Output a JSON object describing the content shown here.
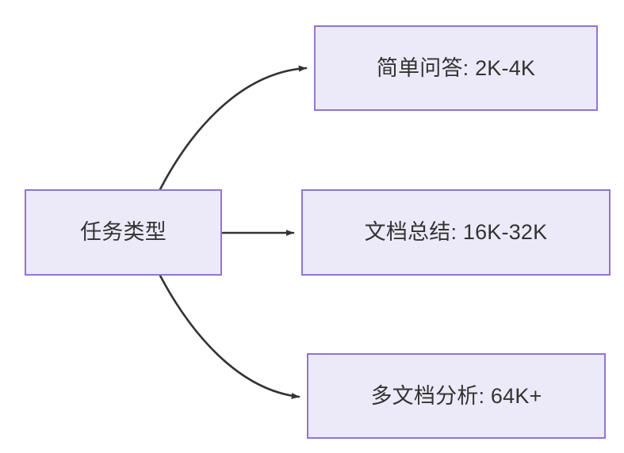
{
  "diagram": {
    "type": "flowchart",
    "direction": "left-to-right",
    "background_color": "#FFFFFF",
    "node_fill_color": "#ECEAF9",
    "node_border_color": "#9174D4",
    "node_text_color": "#333333",
    "edge_color": "#333333",
    "nodes": [
      {
        "id": "root",
        "label": "任务类型"
      },
      {
        "id": "simple",
        "label": "简单问答: 2K-4K"
      },
      {
        "id": "doc",
        "label": "文档总结: 16K-32K"
      },
      {
        "id": "multi",
        "label": "多文档分析: 64K+"
      }
    ],
    "edges": [
      {
        "from": "root",
        "to": "simple",
        "style": "curved-arrow",
        "label": ""
      },
      {
        "from": "root",
        "to": "doc",
        "style": "straight-arrow",
        "label": ""
      },
      {
        "from": "root",
        "to": "multi",
        "style": "curved-arrow",
        "label": ""
      }
    ]
  }
}
